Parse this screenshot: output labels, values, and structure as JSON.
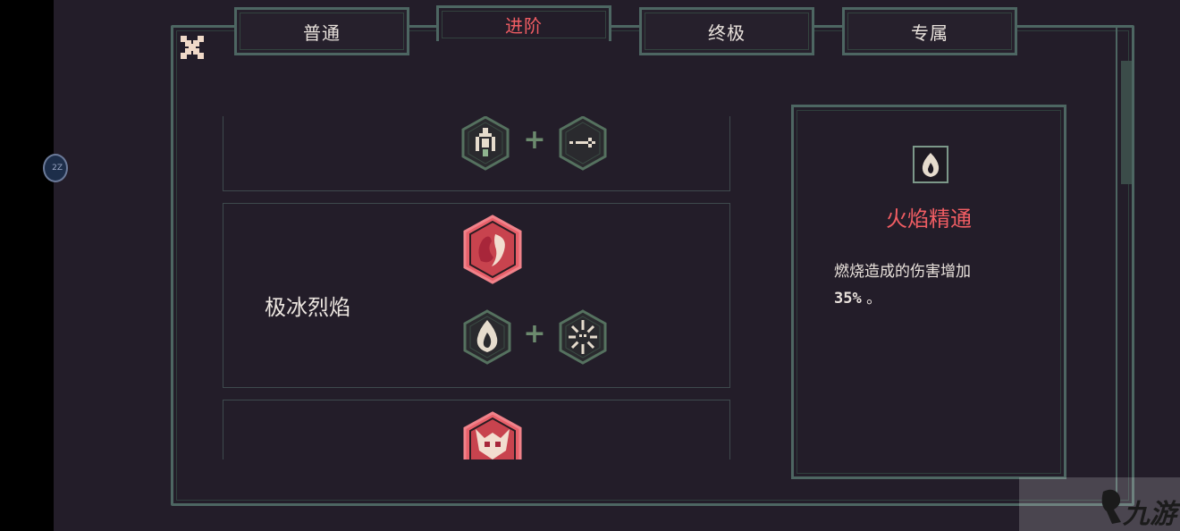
{
  "tabs": [
    {
      "label": "普通",
      "active": false
    },
    {
      "label": "进阶",
      "active": true
    },
    {
      "label": "终极",
      "active": false
    },
    {
      "label": "专属",
      "active": false
    }
  ],
  "side_badge": {
    "text": "2Z"
  },
  "close": {
    "icon": "close-icon"
  },
  "evolutions": [
    {
      "name": "",
      "result_icon": null,
      "ingredients": [
        "tower-icon",
        "arrow-icon"
      ]
    },
    {
      "name": "极冰烈焰",
      "result_icon": "fire-ice-icon",
      "ingredients": [
        "fire-icon",
        "frost-skull-icon"
      ]
    },
    {
      "name": "",
      "result_icon": "demon-icon",
      "ingredients": []
    }
  ],
  "detail": {
    "icon": "fire-icon",
    "title": "火焰精通",
    "desc": "燃烧造成的伤害增加",
    "value": "35%",
    "suffix": "。"
  },
  "watermark": {
    "text": "九游",
    "logo": "jiuyou-logo-icon"
  },
  "colors": {
    "background": "#231d29",
    "frame": "#4d6662",
    "accent_red": "#f05d63",
    "text": "#e9e2dc",
    "plus": "#6c8a6e"
  }
}
